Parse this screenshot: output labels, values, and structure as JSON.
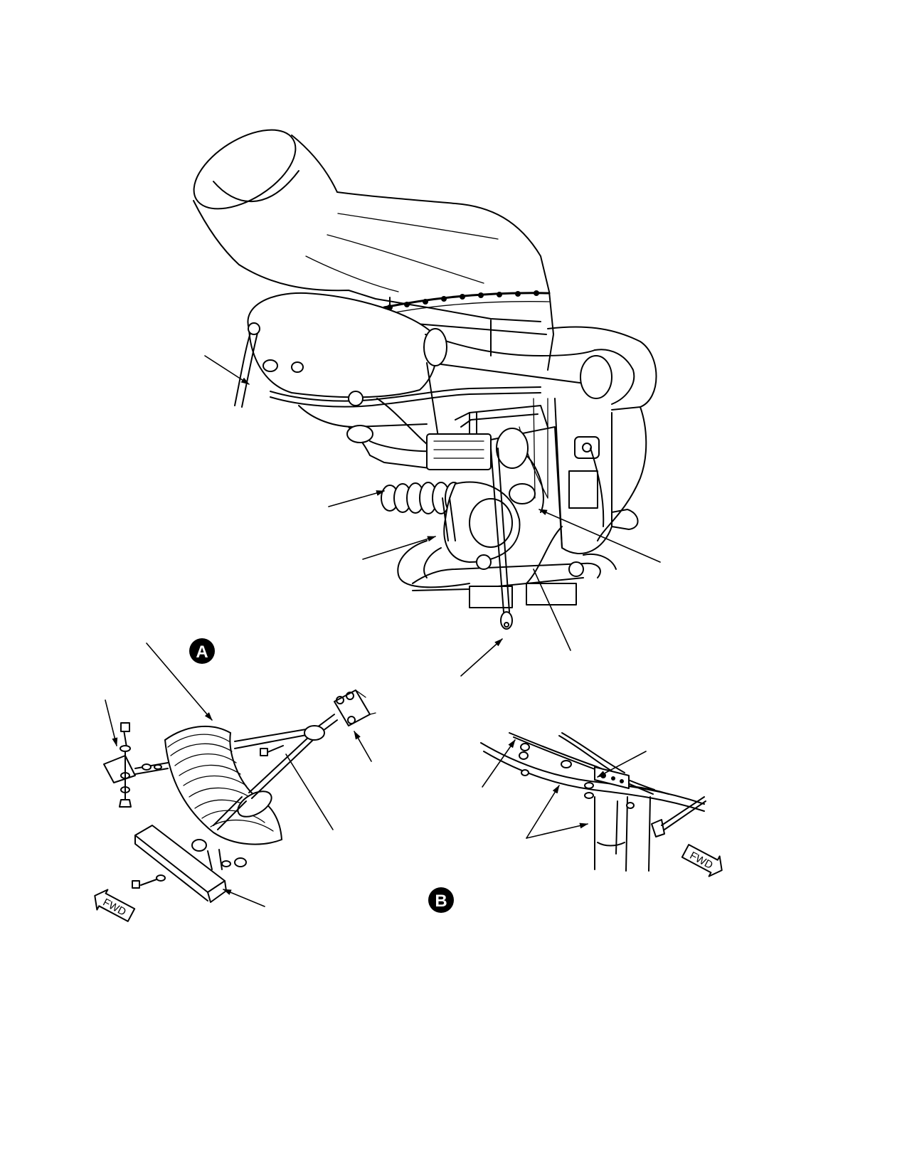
{
  "detail_labels": {
    "a": "A",
    "b": "B"
  },
  "direction_labels": {
    "fwd_left": "FWD",
    "fwd_right": "FWD"
  },
  "colors": {
    "ink": "#000000",
    "paper": "#ffffff"
  }
}
